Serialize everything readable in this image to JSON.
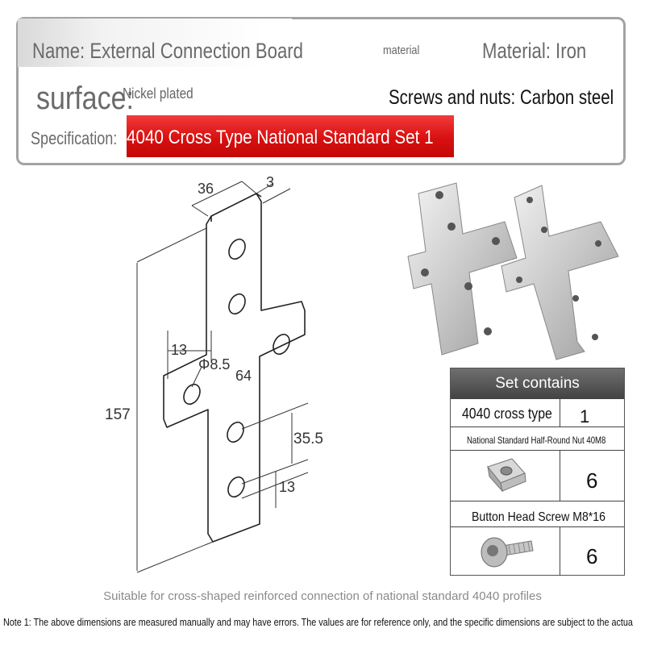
{
  "header": {
    "name": "Name: External Connection Board",
    "material_small": "material",
    "material": "Material: Iron",
    "surface_label": "surface:",
    "surface_value": "Nickel plated",
    "screws": "Screws and nuts: Carbon steel",
    "spec_label": "Specification:",
    "spec_value": "4040 Cross Type National Standard Set 1",
    "accent_color": "#d81010"
  },
  "diagram": {
    "dims": {
      "width": "36",
      "thickness": "3",
      "hole_offset": "13",
      "hole_dia": "Φ8.5",
      "arm_span": "64",
      "length": "157",
      "hole_pitch": "35.5",
      "edge_offset": "13"
    }
  },
  "set_table": {
    "header": "Set contains",
    "rows": [
      {
        "item": "4040 cross type",
        "qty": "1"
      },
      {
        "item": "National Standard Half-Round Nut 40M8",
        "qty": "6",
        "image": "t-nut-icon"
      },
      {
        "item": "Button Head Screw M8*16",
        "qty": "6",
        "image": "screw-icon"
      }
    ]
  },
  "footer": {
    "suitable": "Suitable for cross-shaped reinforced connection of national standard 4040 profiles",
    "note": "Note 1: The above dimensions are measured manually and may have errors. The values are for reference only, and the specific dimensions are subject to the actua"
  }
}
